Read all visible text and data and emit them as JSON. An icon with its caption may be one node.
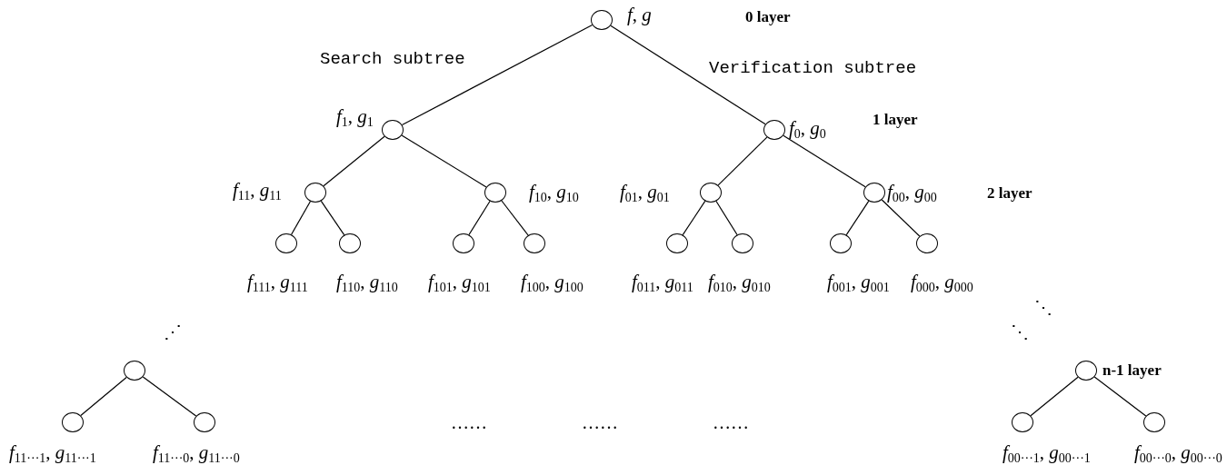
{
  "diagram": {
    "nodes": [
      {
        "text": [],
        "shape": "circle",
        "beside": [
          "*f*, *g*"
        ]
      },
      {
        "text": [],
        "shape": "circle",
        "beside": [
          "*f*$_{1}$, *g*$_{1}$"
        ]
      },
      {
        "text": [],
        "shape": "circle",
        "beside": [
          "*f*$_{0}$, *g*$_{0}$"
        ]
      },
      {
        "text": [],
        "shape": "circle",
        "beside": [
          "*f*$_{11}$, *g*$_{11}$"
        ]
      },
      {
        "text": [],
        "shape": "circle",
        "beside": [
          "*f*$_{10}$, *g*$_{10}$"
        ]
      },
      {
        "text": [],
        "shape": "circle",
        "beside": [
          "*f*$_{01}$, *g*$_{01}$"
        ]
      },
      {
        "text": [],
        "shape": "circle",
        "beside": [
          "*f*$_{00}$, *g*$_{00}$"
        ]
      },
      {
        "text": [],
        "shape": "circle",
        "beside": [
          "*f*$_{111}$, *g*$_{111}$"
        ]
      },
      {
        "text": [],
        "shape": "circle",
        "beside": [
          "*f*$_{110}$, *g*$_{110}$"
        ]
      },
      {
        "text": [],
        "shape": "circle",
        "beside": [
          "*f*$_{101}$, *g*$_{101}$"
        ]
      },
      {
        "text": [],
        "shape": "circle",
        "beside": [
          "*f*$_{100}$, *g*$_{100}$"
        ]
      },
      {
        "text": [],
        "shape": "circle",
        "beside": [
          "*f*$_{011}$, *g*$_{011}$"
        ]
      },
      {
        "text": [],
        "shape": "circle",
        "beside": [
          "*f*$_{010}$, *g*$_{010}$"
        ]
      },
      {
        "text": [],
        "shape": "circle",
        "beside": [
          "*f*$_{001}$, *g*$_{001}$"
        ]
      },
      {
        "text": [],
        "shape": "circle",
        "beside": [
          "*f*$_{000}$, *g*$_{000}$"
        ]
      },
      {
        "text": [],
        "shape": "circle"
      },
      {
        "text": [],
        "shape": "circle",
        "beside": [
          "*f*$_{11···1}$, *g*$_{11···1}$"
        ]
      },
      {
        "text": [],
        "shape": "circle",
        "beside": [
          "*f*$_{11···0}$, *g*$_{11···0}$"
        ]
      },
      {
        "text": [],
        "shape": "circle"
      },
      {
        "text": [],
        "shape": "circle",
        "beside": [
          "*f*$_{00···1}$, *g*$_{00···1}$"
        ]
      },
      {
        "text": [],
        "shape": "circle",
        "beside": [
          "*f*$_{00···0}$, *g*$_{00···0}$"
        ]
      }
    ],
    "edges": [
      {
        "from": 0,
        "to": 1,
        "arrow": "none"
      },
      {
        "from": 0,
        "to": 2,
        "arrow": "none"
      },
      {
        "from": 1,
        "to": 3,
        "arrow": "none"
      },
      {
        "from": 1,
        "to": 4,
        "arrow": "none"
      },
      {
        "from": 2,
        "to": 5,
        "arrow": "none"
      },
      {
        "from": 2,
        "to": 6,
        "arrow": "none"
      },
      {
        "from": 3,
        "to": 7,
        "arrow": "none"
      },
      {
        "from": 3,
        "to": 8,
        "arrow": "none"
      },
      {
        "from": 4,
        "to": 9,
        "arrow": "none"
      },
      {
        "from": 4,
        "to": 10,
        "arrow": "none"
      },
      {
        "from": 5,
        "to": 11,
        "arrow": "none"
      },
      {
        "from": 5,
        "to": 12,
        "arrow": "none"
      },
      {
        "from": 6,
        "to": 13,
        "arrow": "none"
      },
      {
        "from": 6,
        "to": 14,
        "arrow": "none"
      },
      {
        "from": 15,
        "to": 16,
        "arrow": "none"
      },
      {
        "from": 15,
        "to": 17,
        "arrow": "none"
      },
      {
        "from": 18,
        "to": 19,
        "arrow": "none"
      },
      {
        "from": 18,
        "to": 20,
        "arrow": "none"
      }
    ],
    "labels": [
      "0 layer",
      "Search subtree",
      "Verification subtree",
      "1 layer",
      "2 layer",
      "⋱",
      "⋰",
      "⋱",
      "n-1 layer",
      "……",
      "……",
      "……"
    ]
  }
}
